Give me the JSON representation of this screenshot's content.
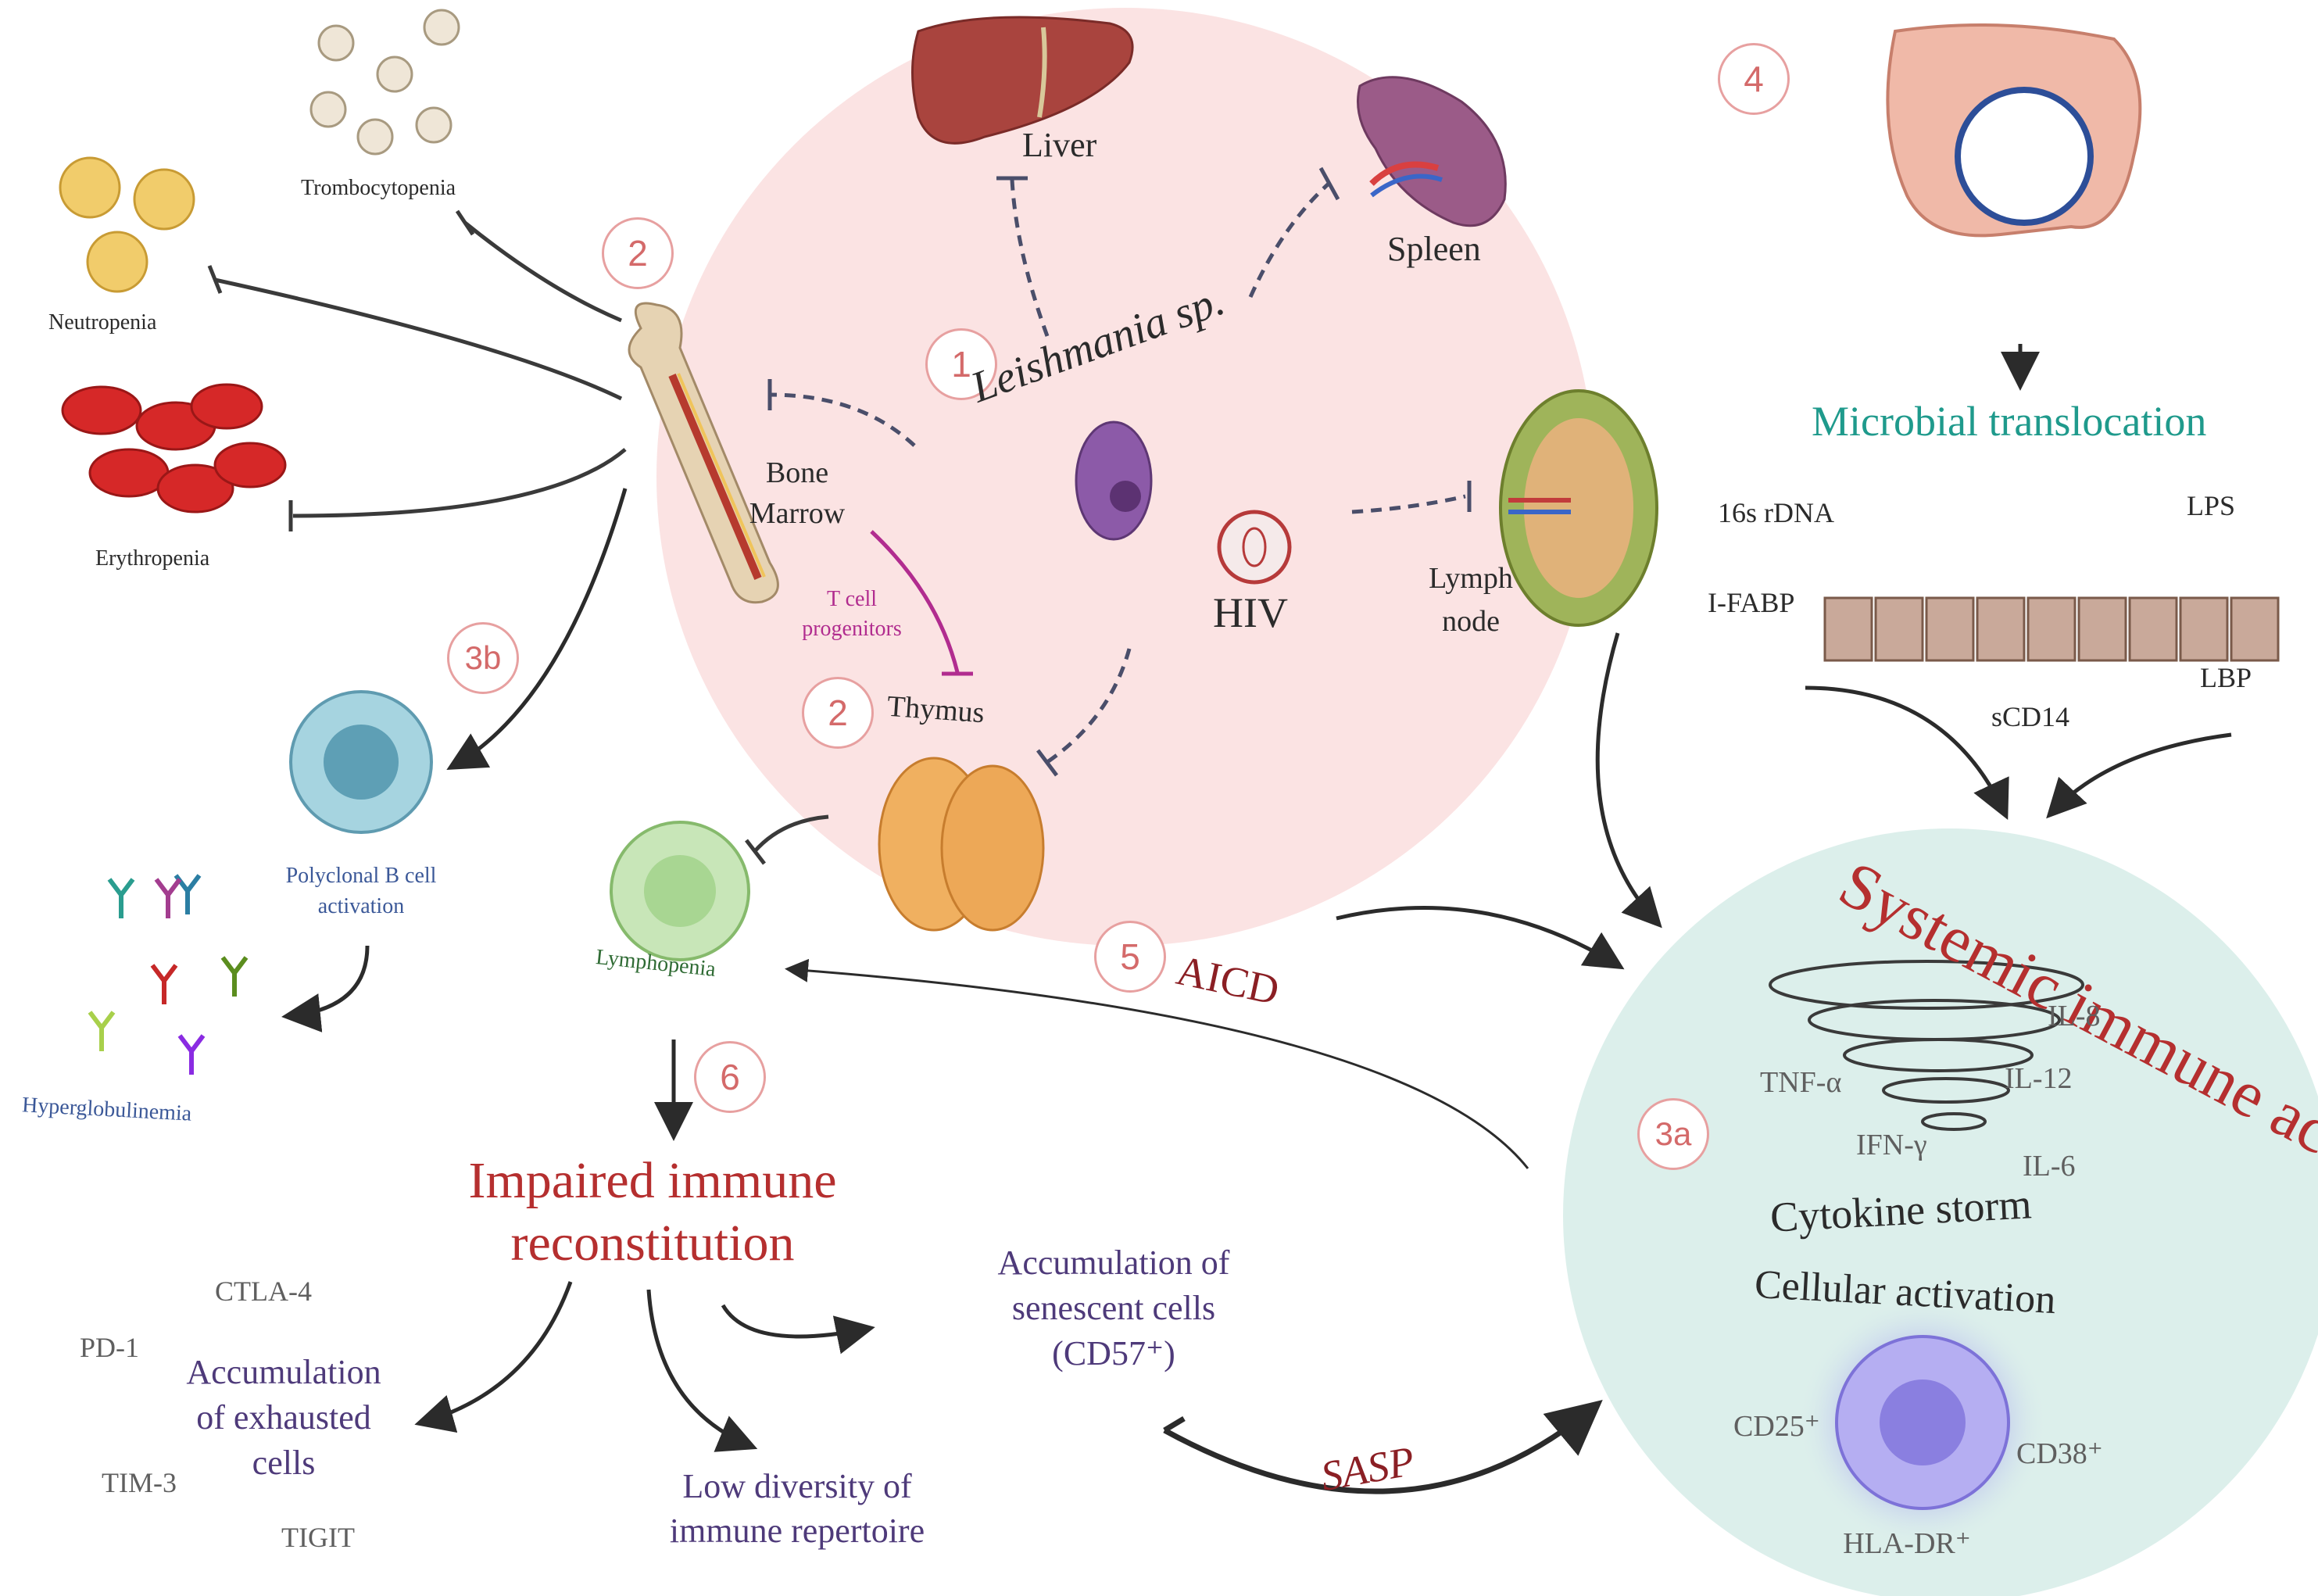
{
  "steps": {
    "s1": "1",
    "s2_bone": "2",
    "s2_thymus": "2",
    "s3a": "3a",
    "s3b": "3b",
    "s4": "4",
    "s5": "5",
    "s6": "6"
  },
  "center": {
    "pathogen": "Leishmania sp.",
    "virus": "HIV"
  },
  "organs": {
    "liver": "Liver",
    "spleen": "Spleen",
    "bone_marrow_line1": "Bone",
    "bone_marrow_line2": "Marrow",
    "thymus": "Thymus",
    "lymph_node_line1": "Lymph",
    "lymph_node_line2": "node",
    "t_cell_progenitors_line1": "T cell",
    "t_cell_progenitors_line2": "progenitors"
  },
  "cytopenias": {
    "thrombo": "Trombocytopenia",
    "neutro": "Neutropenia",
    "erythro": "Erythropenia",
    "lympho": "Lymphopenia"
  },
  "bcell": {
    "line1": "Polyclonal B cell",
    "line2": "activation",
    "hyperglobulinemia": "Hyperglobulinemia"
  },
  "gut": {
    "microbial_translocation": "Microbial translocation",
    "rdna": "16s rDNA",
    "lps": "LPS",
    "ifabp": "I-FABP",
    "lbp": "LBP",
    "scd14": "sCD14"
  },
  "systemic": {
    "title": "Systemic immune activation",
    "il8": "IL-8",
    "tnf": "TNF-α",
    "il12": "IL-12",
    "ifn": "IFN-γ",
    "il6": "IL-6",
    "cytokine_storm": "Cytokine storm",
    "cellular_activation": "Cellular activation",
    "cd25": "CD25⁺",
    "cd38": "CD38⁺",
    "hladr": "HLA-DR⁺"
  },
  "bottom": {
    "aicd": "AICD",
    "sasp": "SASP",
    "impaired_line1": "Impaired immune",
    "impaired_line2": "reconstitution",
    "senescent_line1": "Accumulation of",
    "senescent_line2": "senescent cells",
    "senescent_line3": "(CD57⁺)",
    "exhausted_line1": "Accumulation",
    "exhausted_line2": "of exhausted",
    "exhausted_line3": "cells",
    "ctla4": "CTLA-4",
    "pd1": "PD-1",
    "tim3": "TIM-3",
    "tigit": "TIGIT",
    "low_div_line1": "Low diversity of",
    "low_div_line2": "immune repertoire"
  },
  "colors": {
    "pink_circle": "#fbe3e3",
    "teal_circle": "#dcefeb",
    "accent_red": "#b52f2f",
    "step_outline": "#e7a0a0",
    "purple_text": "#4e3a7a",
    "teal_text": "#1f9a8c"
  }
}
